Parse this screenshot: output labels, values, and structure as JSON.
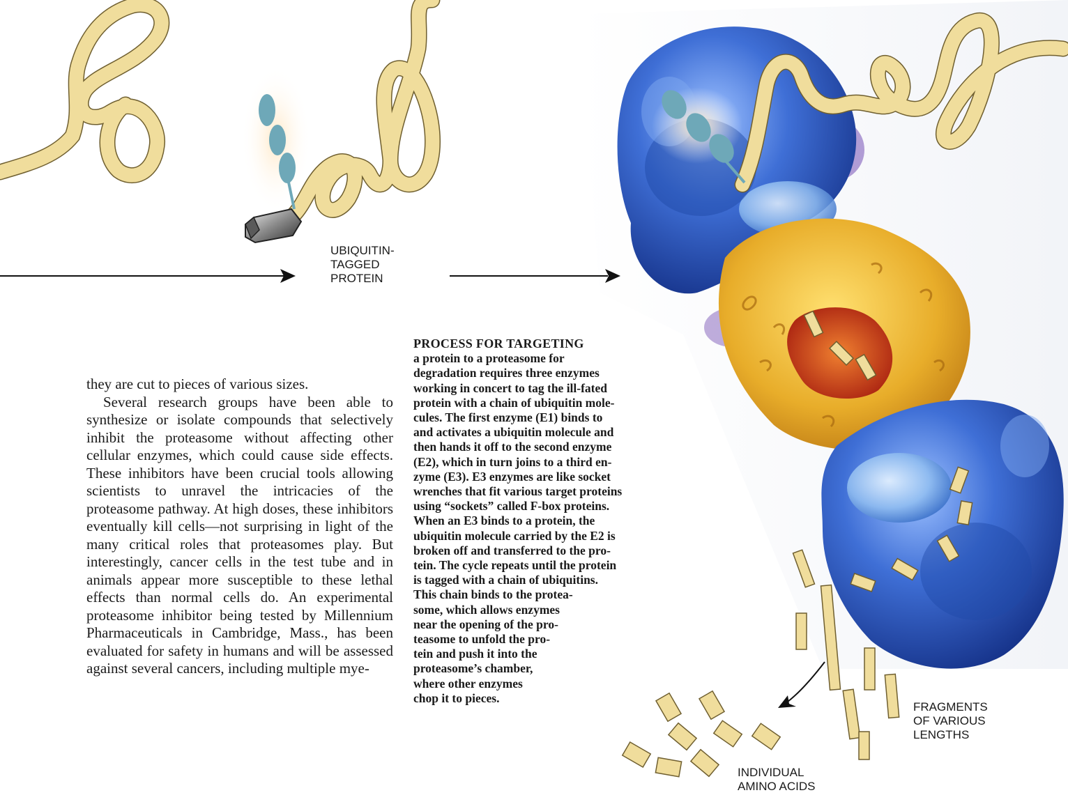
{
  "labels": {
    "ubiquitin_tagged_protein": "UBIQUITIN-\nTAGGED\nPROTEIN",
    "fragments": "FRAGMENTS\nOF VARIOUS\nLENGTHS",
    "amino_acids": "INDIVIDUAL\nAMINO ACIDS"
  },
  "body_text": {
    "paragraphs": [
      "they are cut to pieces of various sizes.",
      "Several research groups have been able to synthesize or isolate compounds that selectively inhibit the proteasome without affecting other cellular enzymes, which could cause side effects. These inhibitors have been crucial tools allowing scientists to unravel the intricacies of the proteasome pathway. At high doses, these inhibitors eventually kill cells—not surprising in light of the many critical roles that proteasomes play. But interestingly, cancer cells in the test tube and in animals appear more susceptible to these lethal effects than normal cells do. An experimental proteasome inhibitor being tested by Millennium Pharmaceuticals in Cambridge, Mass., has been evaluated for safety in humans and will be assessed against several cancers, including multiple mye-"
    ]
  },
  "caption": {
    "title": "PROCESS FOR TARGETING",
    "lines": [
      "a protein to a proteasome for",
      "degradation requires three enzymes",
      "working in concert to tag the ill-fated",
      "protein with a chain of ubiquitin mole-",
      "cules. The first enzyme (E1) binds to",
      "and activates a ubiquitin molecule and",
      "then hands it off to the second enzyme",
      "(E2), which in turn joins to a third en-",
      "zyme (E3). E3 enzymes are like socket",
      "wrenches that fit various target proteins",
      "using “sockets” called F-box proteins.",
      "When an E3 binds to a protein, the",
      "ubiquitin molecule carried by the E2 is",
      "broken off and transferred to the pro-",
      "tein. The cycle repeats until the protein",
      "is tagged with a chain of ubiquitins.",
      "This chain binds to the protea-",
      "some, which allows enzymes",
      "near the opening of the pro-",
      "teasome to unfold the pro-",
      "tein and push it into the",
      "proteasome’s chamber,",
      "where other enzymes",
      "chop it to pieces."
    ]
  },
  "colors": {
    "protein": "#f0dd9c",
    "protein_stroke": "#7a6a3a",
    "ubiquitin": "#6ea8b8",
    "proteasome_cap": "#3a66c8",
    "proteasome_core": "#e8b430",
    "chamber": "#c8401a",
    "text": "#1a1a1a"
  },
  "icons": [
    "protein-chain-icon",
    "ubiquitin-chain-icon",
    "socket-wrench-icon",
    "proteasome-icon",
    "arrow-icon"
  ]
}
